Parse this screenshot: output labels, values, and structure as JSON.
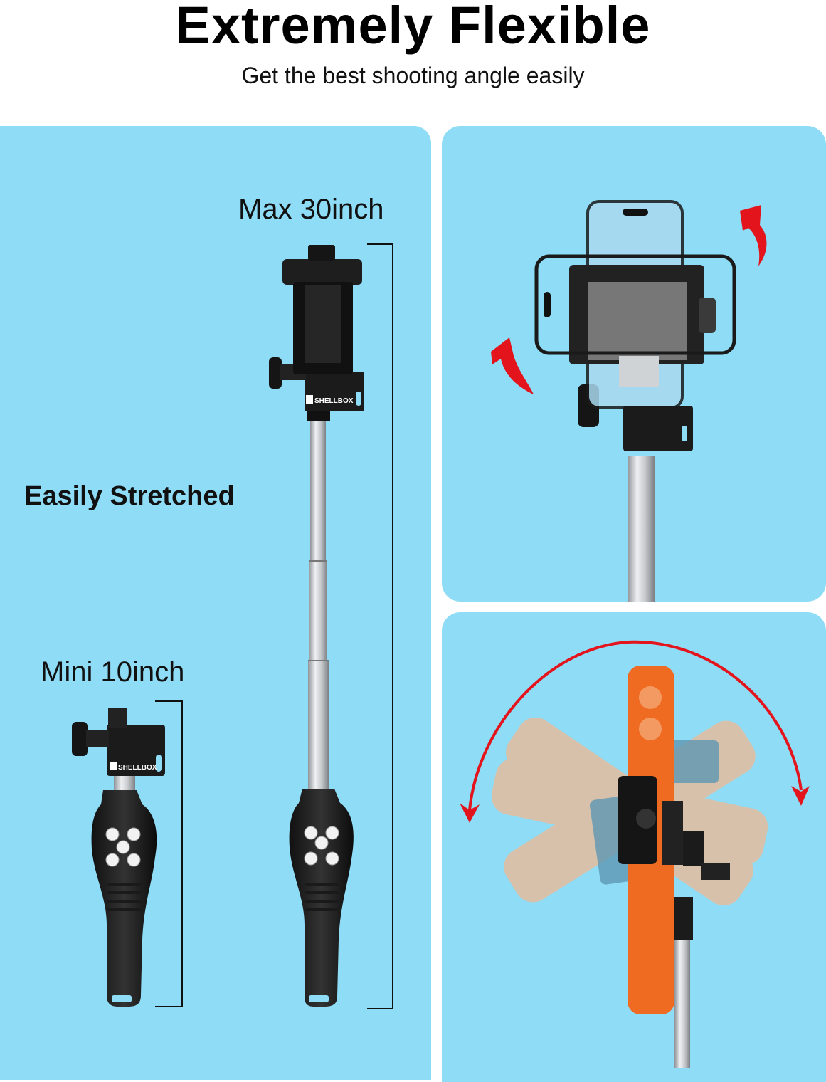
{
  "heading": {
    "title": "Extremely Flexible",
    "subtitle": "Get the best shooting angle easily"
  },
  "panels": {
    "stretch": {
      "max_label": "Max 30inch",
      "mini_label": "Mini 10inch",
      "feature_label": "Easily Stretched"
    },
    "rotate_clamp": {
      "arrows": [
        "red-curved-arrow",
        "red-curved-arrow"
      ]
    },
    "rotate_360": {
      "arrows": [
        "red-arc-double-arrow"
      ]
    }
  },
  "brand": {
    "logo_text": "SHELLBOX"
  },
  "colors": {
    "panel_bg": "#8fdcf6",
    "arrow_red": "#e3141b",
    "device_black": "#1b1b1b",
    "pole_silver": "#c9ccd0",
    "phone_orange": "#f06b22"
  }
}
